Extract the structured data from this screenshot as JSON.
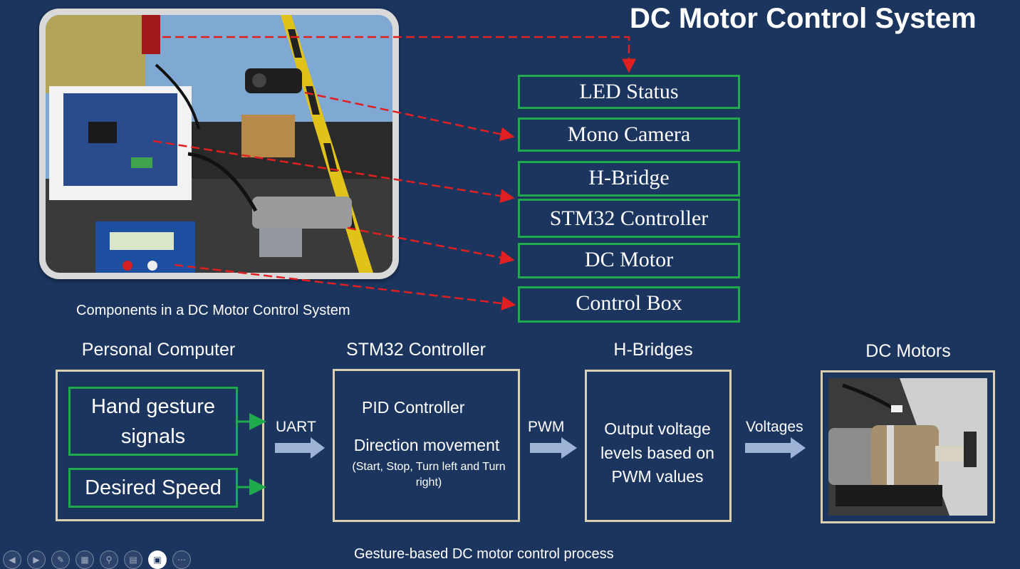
{
  "slide": {
    "title": "DC Motor Control System",
    "components_caption": "Components in a DC Motor Control System",
    "process_caption": "Gesture-based DC motor control process"
  },
  "components": [
    "LED Status",
    "Mono Camera",
    "H-Bridge",
    "STM32 Controller",
    "DC Motor",
    "Control Box"
  ],
  "pipeline": {
    "pc": {
      "title": "Personal Computer",
      "inputs": [
        "Hand gesture signals",
        "Desired Speed"
      ]
    },
    "stm32": {
      "title": "STM32 Controller",
      "line1": "PID Controller",
      "line2": "Direction movement",
      "note": "(Start, Stop, Turn left and Turn right)"
    },
    "hbridge": {
      "title": "H-Bridges",
      "text": "Output voltage levels based on PWM values"
    },
    "motors": {
      "title": "DC Motors"
    },
    "links": [
      "UART",
      "PWM",
      "Voltages"
    ]
  },
  "colors": {
    "background": "#1b355f",
    "accent_green": "#1faa4b",
    "stage_border": "#d9d0b3",
    "arrow_red": "#e02020",
    "flow_arrow": "#9db3d6"
  },
  "toolbar": {
    "icons": [
      "prev-icon",
      "next-icon",
      "pen-icon",
      "slides-grid-icon",
      "zoom-icon",
      "subtitles-icon",
      "camera-icon",
      "more-icon"
    ]
  }
}
